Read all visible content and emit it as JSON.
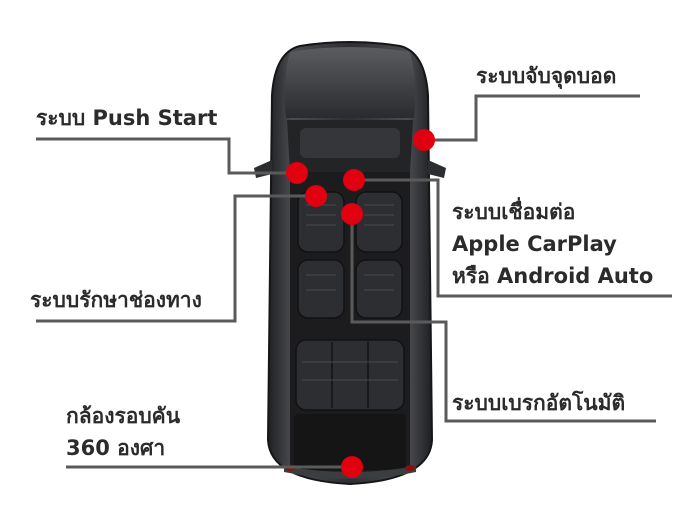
{
  "features": {
    "blind_spot": "ระบบจับจุดบอด",
    "push_start": "ระบบ Push Start",
    "carplay_line1": "ระบบเชื่อมต่อ",
    "carplay_line2": "Apple CarPlay",
    "carplay_line3": "หรือ Android Auto",
    "lane_keep": "ระบบรักษาช่องทาง",
    "auto_brake": "ระบบเบรกอัตโนมัติ",
    "camera_line1": "กล้องรอบคัน",
    "camera_line2": "360 องศา"
  },
  "colors": {
    "marker": "#e0000f",
    "leader_line": "#5a5a5a",
    "text": "#2b2b2b",
    "car_body": "#3a3b3e",
    "seat": "#2a2a2c"
  },
  "icons": {
    "vehicle": "top-view-minivan",
    "marker": "red-dot"
  }
}
